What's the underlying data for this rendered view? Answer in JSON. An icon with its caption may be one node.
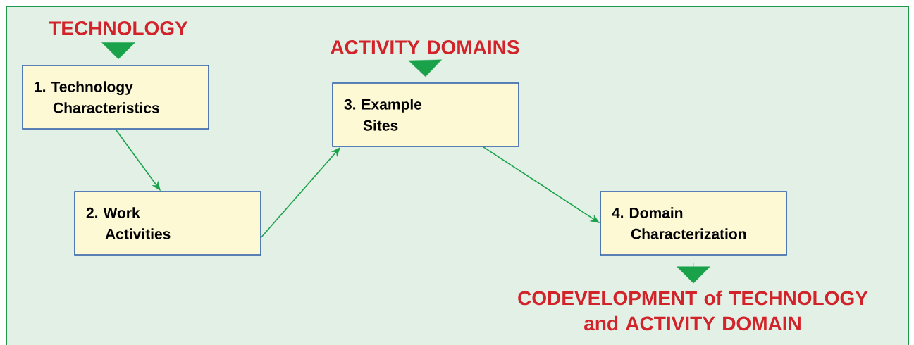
{
  "diagram": {
    "nodes": [
      {
        "text": [
          "TECHNOLOGY"
        ]
      },
      {
        "text": [
          "1. Technology Characteristics"
        ]
      },
      {
        "text": [
          "2. Work Activities"
        ]
      },
      {
        "text": [
          "ACTIVITY DOMAINS"
        ]
      },
      {
        "text": [
          "3. Example Sites"
        ]
      },
      {
        "text": [
          "4. Domain Characterization"
        ]
      },
      {
        "text": [
          "CODEVELOPMENT of TECHNOLOGY and ACTIVITY DOMAIN"
        ]
      }
    ],
    "edges": [
      {
        "from": 0,
        "to": 1,
        "arrow": "to"
      },
      {
        "from": 1,
        "to": 2,
        "arrow": "to"
      },
      {
        "from": 2,
        "to": 4,
        "arrow": "to"
      },
      {
        "from": 3,
        "to": 4,
        "arrow": "to"
      },
      {
        "from": 4,
        "to": 5,
        "arrow": "to"
      },
      {
        "from": 5,
        "to": 6,
        "arrow": "to"
      }
    ]
  }
}
